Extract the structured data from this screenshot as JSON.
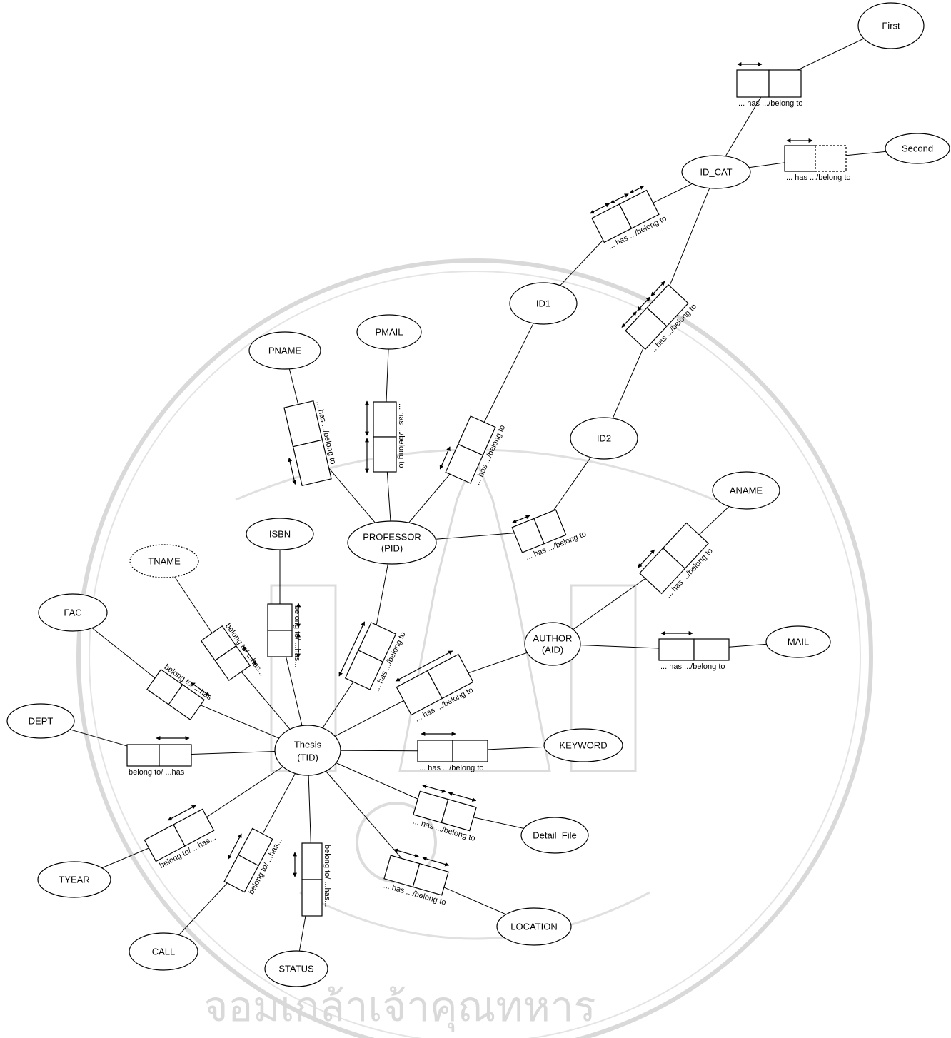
{
  "diagram": {
    "entities": [
      {
        "id": "thesis",
        "lines": [
          "Thesis",
          "(TID)"
        ]
      },
      {
        "id": "professor",
        "lines": [
          "PROFESSOR",
          "(PID)"
        ]
      },
      {
        "id": "author",
        "lines": [
          "AUTHOR",
          "(AID)"
        ]
      },
      {
        "id": "first",
        "lines": [
          "First"
        ]
      },
      {
        "id": "second",
        "lines": [
          "Second"
        ]
      },
      {
        "id": "id_cat",
        "lines": [
          "ID_CAT"
        ]
      },
      {
        "id": "id1",
        "lines": [
          "ID1"
        ]
      },
      {
        "id": "id2",
        "lines": [
          "ID2"
        ]
      },
      {
        "id": "pname",
        "lines": [
          "PNAME"
        ]
      },
      {
        "id": "pmail",
        "lines": [
          "PMAIL"
        ]
      },
      {
        "id": "aname",
        "lines": [
          "ANAME"
        ]
      },
      {
        "id": "mail",
        "lines": [
          "MAIL"
        ]
      },
      {
        "id": "isbn",
        "lines": [
          "ISBN"
        ]
      },
      {
        "id": "tname",
        "lines": [
          "TNAME"
        ]
      },
      {
        "id": "fac",
        "lines": [
          "FAC"
        ]
      },
      {
        "id": "dept",
        "lines": [
          "DEPT"
        ]
      },
      {
        "id": "tyear",
        "lines": [
          "TYEAR"
        ]
      },
      {
        "id": "call",
        "lines": [
          "CALL"
        ]
      },
      {
        "id": "status",
        "lines": [
          "STATUS"
        ]
      },
      {
        "id": "location",
        "lines": [
          "LOCATION"
        ]
      },
      {
        "id": "detail_file",
        "lines": [
          "Detail_File"
        ]
      },
      {
        "id": "keyword",
        "lines": [
          "KEYWORD"
        ]
      }
    ],
    "relations": [
      {
        "id": "first_idcat",
        "label": "... has .../belong to"
      },
      {
        "id": "second_idcat",
        "label": "... has .../belong to"
      },
      {
        "id": "id1_idcat",
        "label": "... has .../belong to"
      },
      {
        "id": "id2_idcat",
        "label": "... has .../belong to"
      },
      {
        "id": "prof_id1",
        "label": "... has .../belong to"
      },
      {
        "id": "prof_id2",
        "label": "... has .../belong to"
      },
      {
        "id": "prof_pname",
        "label": "... has .../belong to"
      },
      {
        "id": "prof_pmail",
        "label": "... has .../belong to"
      },
      {
        "id": "author_aname",
        "label": "... has .../belong to"
      },
      {
        "id": "author_mail",
        "label": "... has .../belong to"
      },
      {
        "id": "thesis_prof",
        "label": "... has .../belong to"
      },
      {
        "id": "thesis_author",
        "label": "... has .../belong to"
      },
      {
        "id": "thesis_isbn",
        "label": "belong to/ ...has..."
      },
      {
        "id": "thesis_tname",
        "label": "belong to/ ...has..."
      },
      {
        "id": "thesis_fac",
        "label": "belong to/ ...has"
      },
      {
        "id": "thesis_dept",
        "label": "belong to/ ...has"
      },
      {
        "id": "thesis_tyear",
        "label": "belong to/ ...has..."
      },
      {
        "id": "thesis_call",
        "label": "belong to/ ...has..."
      },
      {
        "id": "thesis_status",
        "label": "belong to/ ...has..."
      },
      {
        "id": "thesis_keyword",
        "label": "... has .../belong to"
      },
      {
        "id": "thesis_detail",
        "label": "... has .../belong to"
      },
      {
        "id": "thesis_location",
        "label": "... has .../belong to"
      }
    ]
  },
  "watermark": {
    "thai_text": "จอมเกล้าเจ้าคุณทหาร",
    "colors": {
      "watermark": "#d9d9d9",
      "ink": "#000000"
    }
  }
}
